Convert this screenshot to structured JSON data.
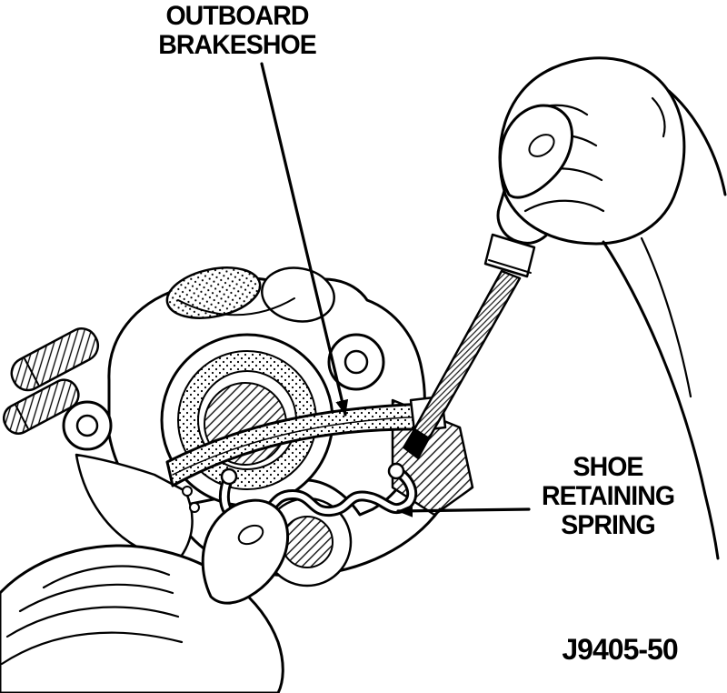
{
  "figure": {
    "callouts": {
      "outboard_brakeshoe": "OUTBOARD\nBRAKESHOE",
      "shoe_retaining_spring": "SHOE\nRETAINING\nSPRING"
    },
    "figure_number": "J9405-50",
    "colors": {
      "ink": "#000000",
      "paper": "#ffffff"
    },
    "parts": [
      "brake-caliper-assembly",
      "outboard-brakeshoe",
      "shoe-retaining-spring",
      "screwdriver",
      "right-hand-gripping-screwdriver",
      "left-hand-holding-caliper"
    ]
  }
}
